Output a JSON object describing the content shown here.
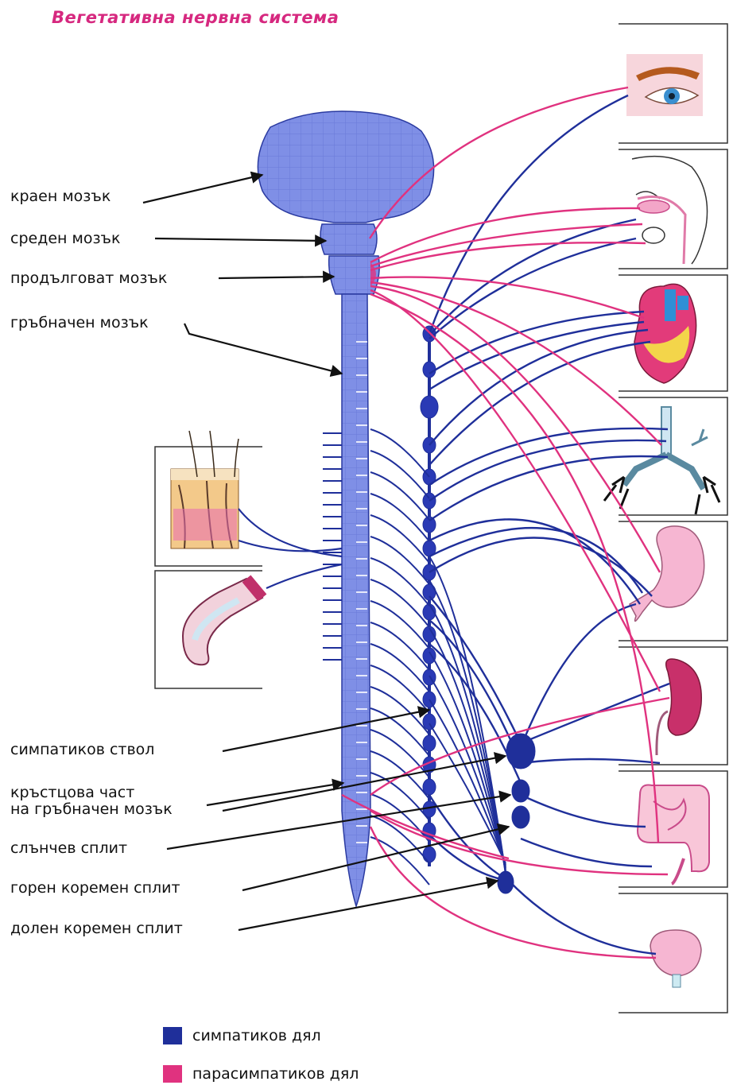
{
  "title": "Вегетативна нервна система",
  "labels": {
    "kraen": "краен мозък",
    "sreden": "среден мозък",
    "prodalgovat": "продълговат мозък",
    "grabnachen": "гръбначен мозък",
    "simpatikov_stvol": "симпатиков ствол",
    "krastcova_line1": "кръстцова част",
    "krastcova_line2": "на гръбначен мозък",
    "slanchev": "слънчев сплит",
    "goren": "горен коремен сплит",
    "dolen": "долен коремен сплит"
  },
  "legend": [
    {
      "label": "симпатиков дял",
      "color": "#1f2f9a"
    },
    {
      "label": "парасимпатиков дял",
      "color": "#e0327f"
    }
  ],
  "colors": {
    "sympathetic": "#1f2f9a",
    "parasympathetic": "#e0327f",
    "cns_fill": "#7f8fe6",
    "title": "#d6287f"
  },
  "organs": [
    "eye-icon",
    "head-mouth-icon",
    "heart-icon",
    "lungs-icon",
    "stomach-icon",
    "kidney-icon",
    "intestine-icon",
    "bladder-icon",
    "skin-icon",
    "blood-vessel-icon"
  ]
}
